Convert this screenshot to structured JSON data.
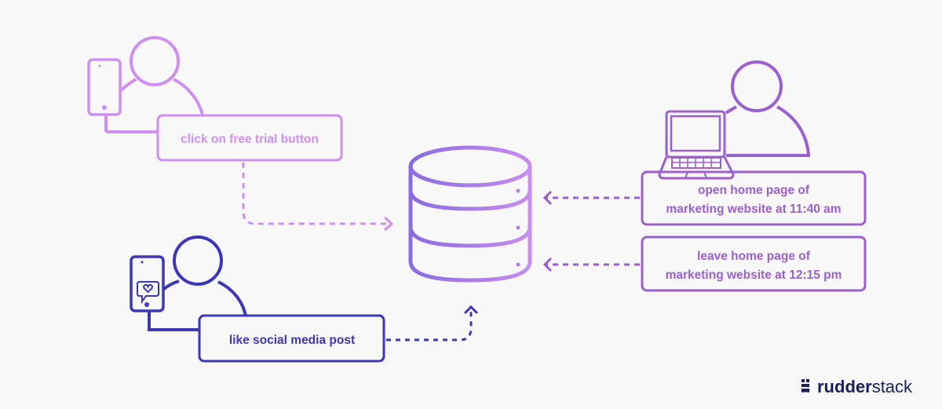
{
  "colors": {
    "background": "#f8f8f8",
    "light_purple": "#cf8ff0",
    "indigo": "#3d37b8",
    "medium_purple": "#9a5fd0",
    "logo": "#1b1e5c"
  },
  "events": {
    "free_trial": "click on free trial button",
    "social_like": "like social media post",
    "open_home_line1": "open home page of",
    "open_home_line2": "marketing website at 11:40 am",
    "leave_home_line1": "leave home page of",
    "leave_home_line2": "marketing website at 12:15 pm"
  },
  "icons": [
    "user-icon",
    "phone-icon",
    "laptop-icon",
    "heart-chat-icon",
    "database-icon",
    "arrow-icon"
  ],
  "logo": {
    "bold": "rudder",
    "light": "stack"
  }
}
